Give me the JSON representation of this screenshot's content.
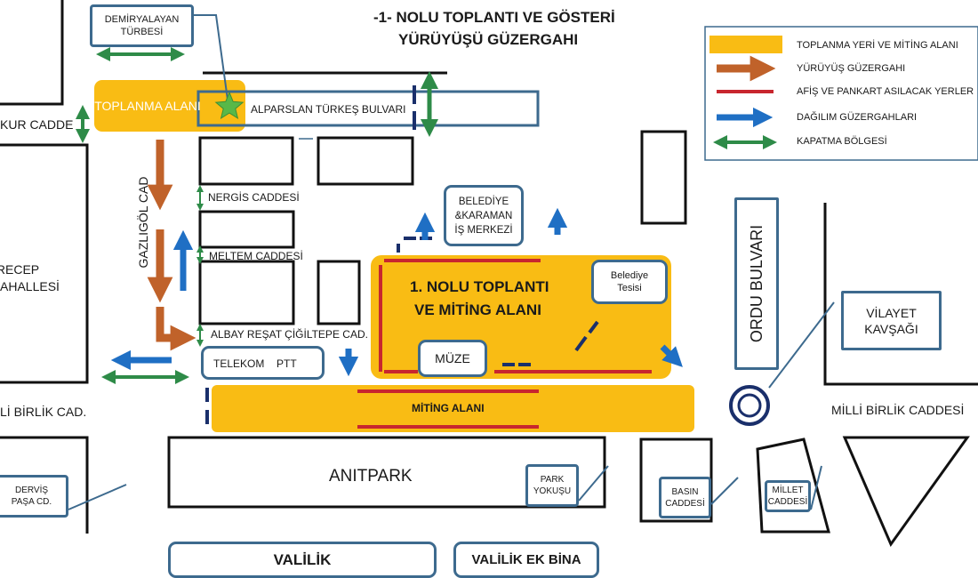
{
  "title": {
    "line1": "-1- NOLU TOPLANTI VE GÖSTERİ",
    "line2": "YÜRÜYÜŞÜ GÜZERGAHI"
  },
  "legend": {
    "items": [
      {
        "label": "TOPLANMA YERİ VE MİTİNG ALANI",
        "symbol": "orange-box"
      },
      {
        "label": "YÜRÜYÜŞ GÜZERGAHI",
        "symbol": "brown-arrow"
      },
      {
        "label": "AFİŞ VE PANKART ASILACAK YERLER",
        "symbol": "red-line"
      },
      {
        "label": "DAĞILIM GÜZERGAHLARI",
        "symbol": "blue-arrow"
      },
      {
        "label": "KAPATMA BÖLGESİ",
        "symbol": "green-double-arrow"
      }
    ]
  },
  "places": {
    "demiryalayan": "DEMİRYALAYAN TÜRBESİ",
    "toplanma": "TOPLANMA ALANI",
    "bulvar": "ALPARSLAN TÜRKEŞ BULVARI",
    "kur": "KUR CADDE",
    "gazligol": "GAZLIGÖL CAD",
    "nergis": "NERGİS CADDESİ",
    "meltem": "MELTEM CADDESİ",
    "albay": "ALBAY REŞAT ÇİĞİLTEPE CAD.",
    "telekom": "TELEKOM",
    "ptt": "PTT",
    "recep": "İRECEP",
    "mahalle": "AHALLESİ",
    "milli_left": "Lİ BİRLİK CAD.",
    "dervis_1": "DERVİŞ",
    "dervis_2": "PAŞA CD.",
    "belediye_is_1": "BELEDİYE",
    "belediye_is_2": "&KARAMAN",
    "belediye_is_3": "İŞ MERKEZİ",
    "alan_1": "1. NOLU TOPLANTI",
    "alan_2": "VE MİTİNG ALANI",
    "tesis_1": "Belediye",
    "tesis_2": "Tesisi",
    "muze": "MÜZE",
    "miting": "MİTİNG ALANI",
    "anitpark": "ANITPARK",
    "park_1": "PARK",
    "park_2": "YOKUŞU",
    "valilik": "VALİLİK",
    "valilik_ek": "VALİLİK EK BİNA",
    "ordu": "ORDU BULVARI",
    "vilayet_1": "VİLAYET",
    "vilayet_2": "KAVŞAĞI",
    "milli_right": "MİLLİ BİRLİK CADDESİ",
    "basin_1": "BASIN",
    "basin_2": "CADDESİ",
    "millet_1": "MİLLET",
    "millet_2": "CADDESİ"
  },
  "colors": {
    "assembly": "#f9bc14",
    "march": "#c0622a",
    "banner": "#c8262e",
    "dispersal": "#1f6fc4",
    "closure": "#2e8b48",
    "label_border": "#3d6a8e",
    "star": "#58b848"
  }
}
